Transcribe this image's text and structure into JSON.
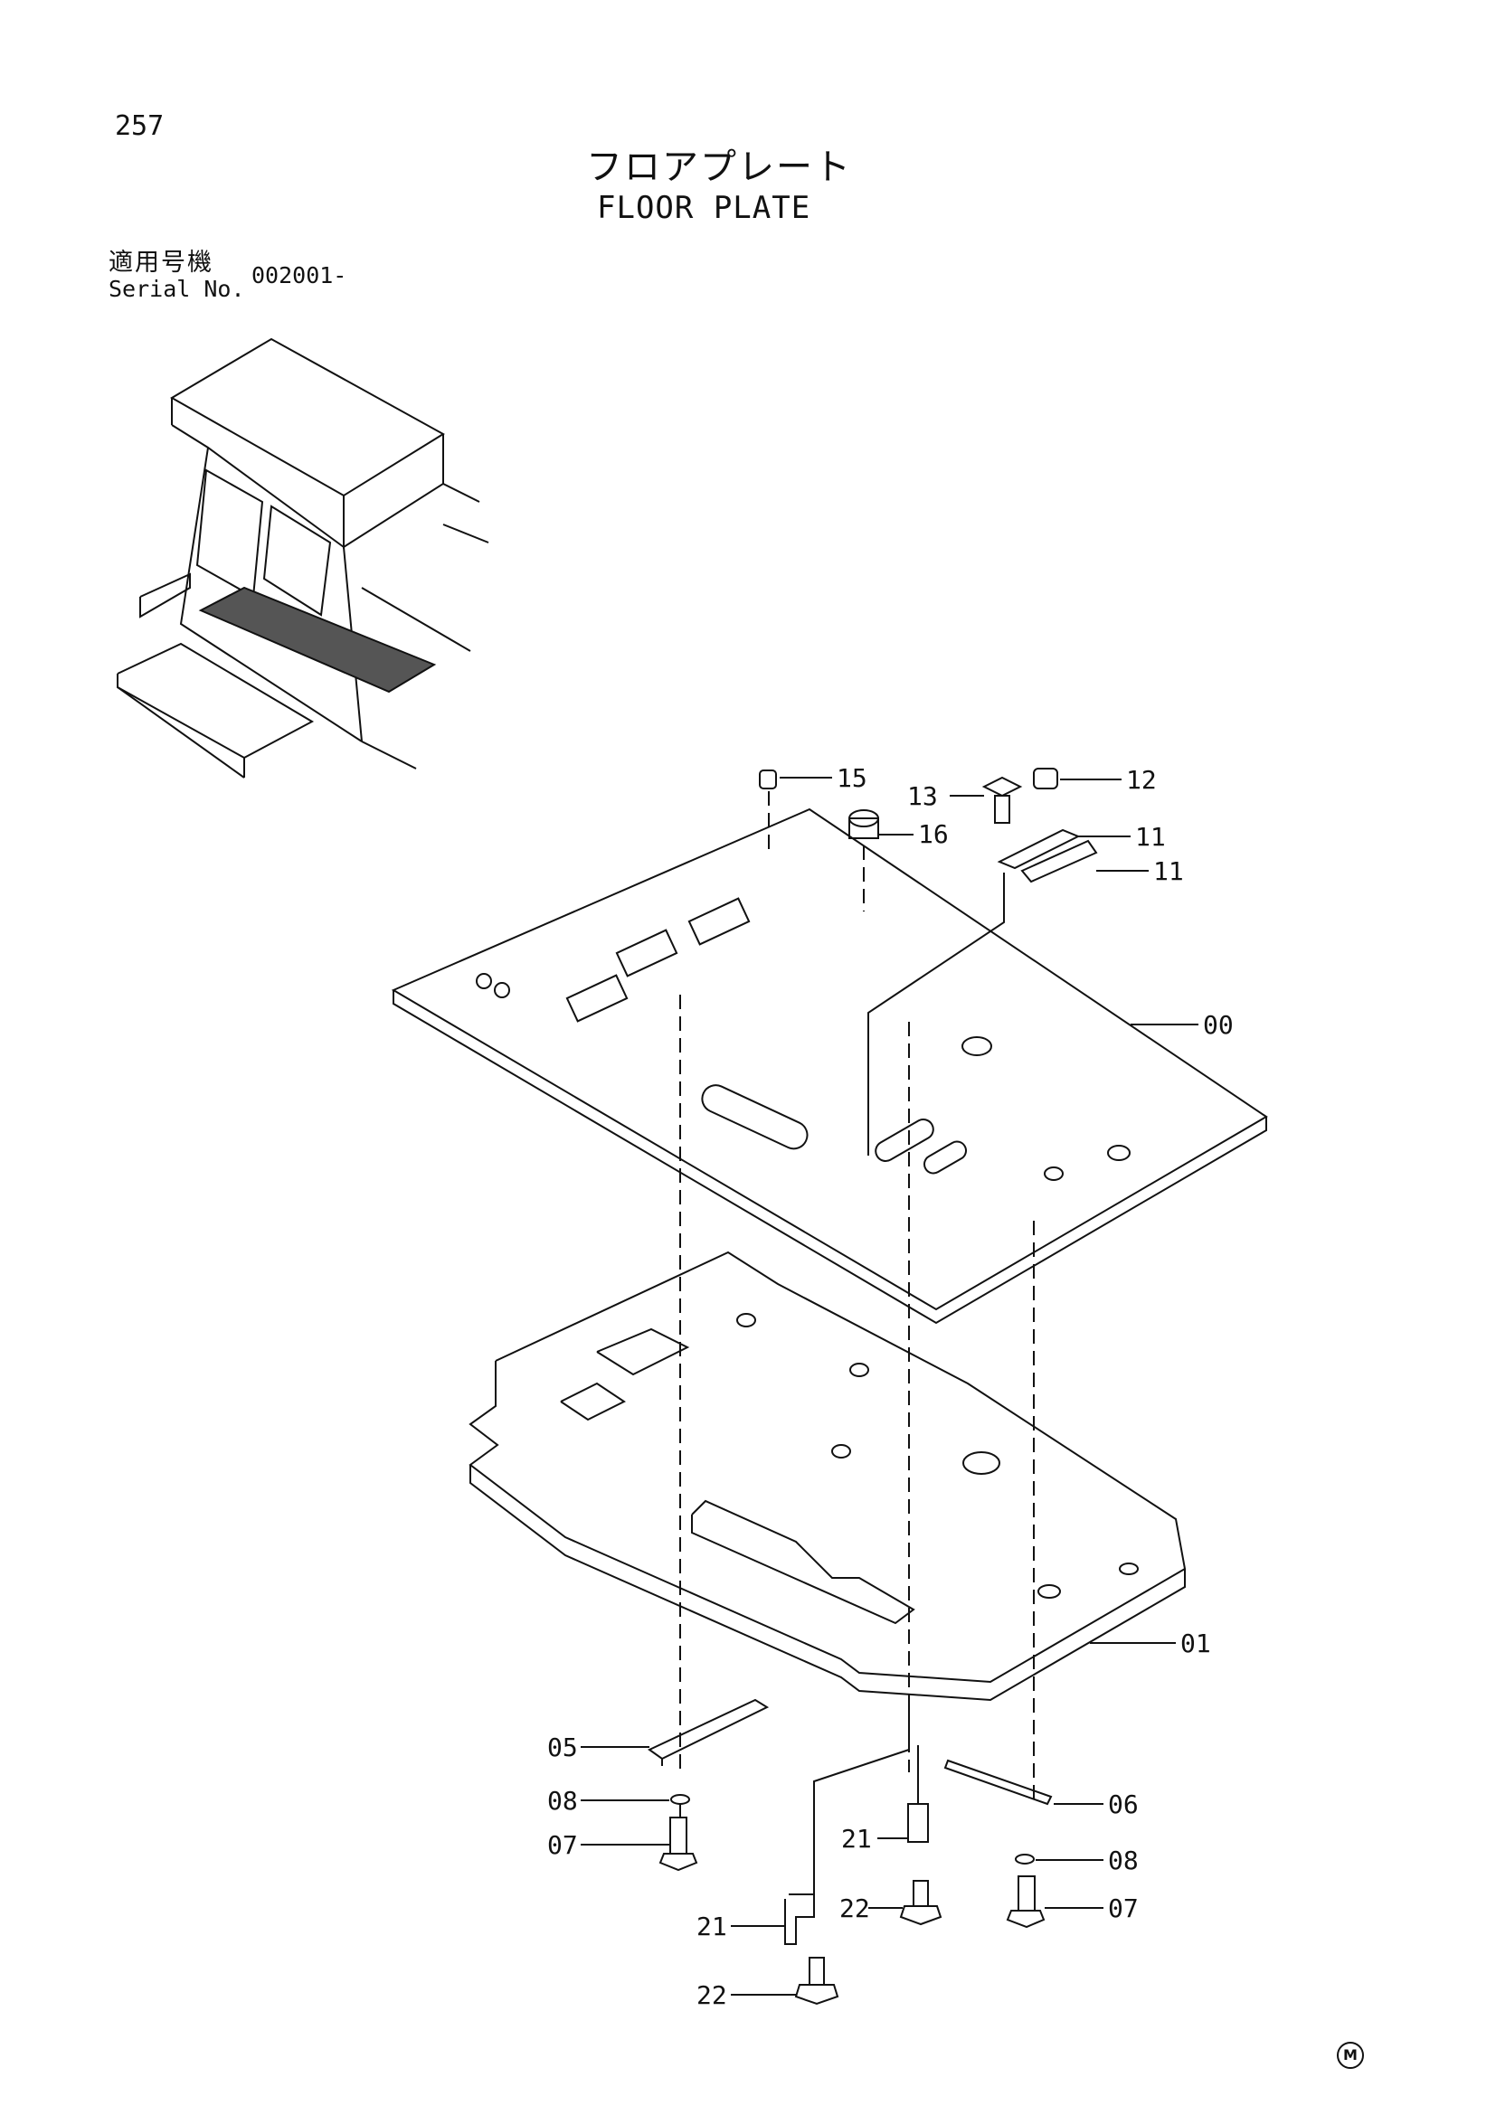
{
  "header": {
    "page_number": "257",
    "title_jp": "フロアプレート",
    "title_en": "FLOOR PLATE",
    "serial_label_jp": "適用号機",
    "serial_label_en": "Serial No.",
    "serial_value": "002001-"
  },
  "callouts": [
    "15",
    "13",
    "12",
    "16",
    "11",
    "11",
    "00",
    "01",
    "05",
    "08",
    "07",
    "21",
    "22",
    "21",
    "22",
    "06",
    "08",
    "07"
  ],
  "footer": {
    "symbol": "M"
  },
  "colors": {
    "line": "#111111",
    "background": "#ffffff",
    "mat_fill": "#555555"
  }
}
